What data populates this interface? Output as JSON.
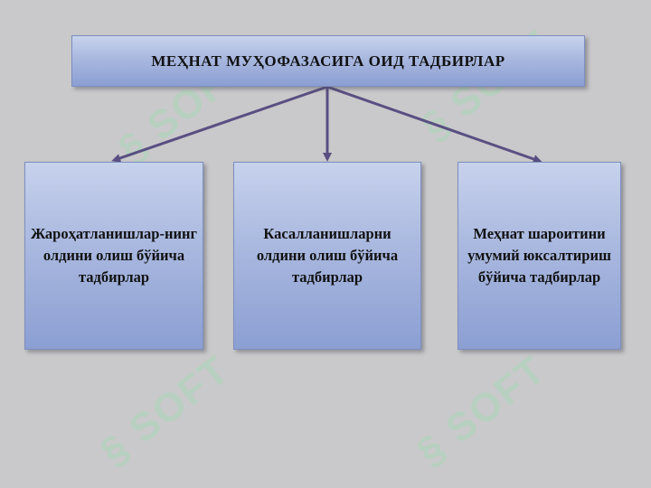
{
  "diagram": {
    "title": "МЕҲНАТ  МУҲОФАЗАСИГА  ОИД  ТАДБИРЛАР",
    "children": [
      "Жароҳатланишлар-нинг олдини олиш бўйича тадбирлар",
      "Касалланишларни олдини олиш бўйича тадбирлар",
      "Меҳнат шароитини умумий юксалтириш бўйича тадбирлар"
    ],
    "arrow_color": "#5a4f82",
    "watermark_text": "SOFT"
  }
}
